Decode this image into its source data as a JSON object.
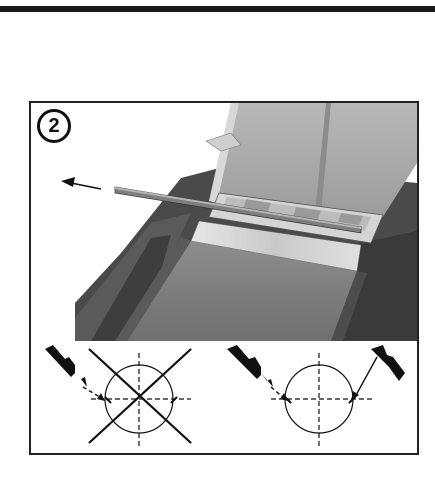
{
  "figure": {
    "step_number": "2"
  },
  "icons": {
    "step_badge": "circled-number",
    "wrong_setting": "crossed-out-alignment-diagram",
    "correct_setting": "alignment-diagram",
    "direction": "arrow-left-up"
  },
  "colors": {
    "frame": "#222222",
    "rule": "#1a1a1a",
    "background": "#ffffff"
  }
}
